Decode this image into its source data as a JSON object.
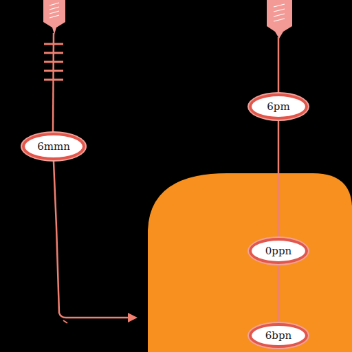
{
  "diagram": {
    "nodes": [
      {
        "text": [
          "6pm"
        ]
      },
      {
        "text": [
          "6mmn"
        ]
      },
      {
        "text": [
          "0ppn"
        ]
      },
      {
        "text": [
          "6bpn"
        ]
      }
    ],
    "edges": [
      {
        "from": 0,
        "to": 2,
        "arrow": "none"
      },
      {
        "from": 2,
        "to": 3,
        "arrow": "none"
      }
    ]
  }
}
